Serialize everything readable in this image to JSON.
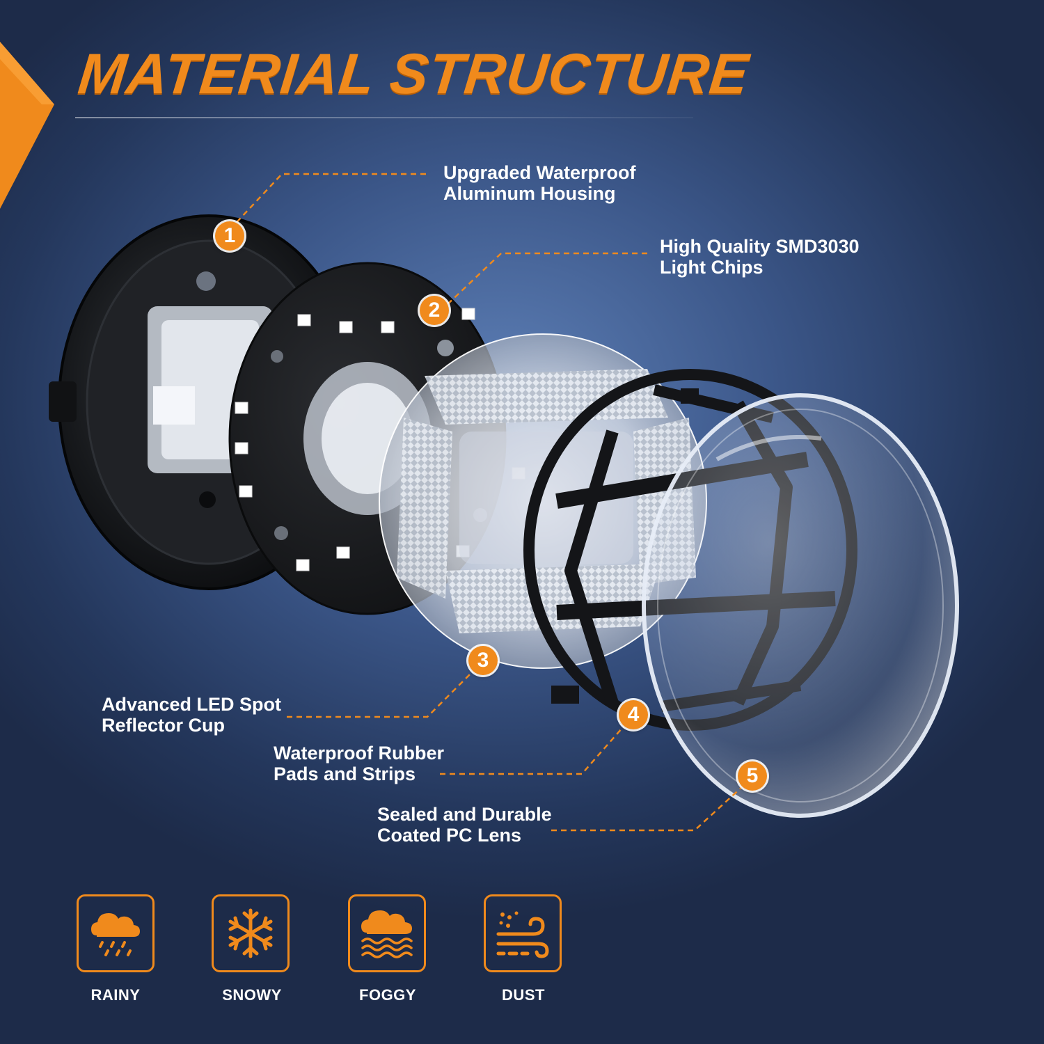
{
  "page": {
    "title": "MATERIAL STRUCTURE",
    "accent_color": "#f08a1c"
  },
  "callouts": [
    {
      "number": "1",
      "line1": "Upgraded Waterproof",
      "line2": "Aluminum Housing"
    },
    {
      "number": "2",
      "line1": "High Quality SMD3030",
      "line2": "Light Chips"
    },
    {
      "number": "3",
      "line1": "Advanced LED Spot",
      "line2": "Reflector Cup"
    },
    {
      "number": "4",
      "line1": "Waterproof Rubber",
      "line2": "Pads and Strips"
    },
    {
      "number": "5",
      "line1": "Sealed and Durable",
      "line2": "Coated PC Lens"
    }
  ],
  "weather": [
    {
      "label": "RAINY",
      "icon": "rain-cloud-icon"
    },
    {
      "label": "SNOWY",
      "icon": "snowflake-icon"
    },
    {
      "label": "FOGGY",
      "icon": "fog-cloud-icon"
    },
    {
      "label": "DUST",
      "icon": "dust-wind-icon"
    }
  ]
}
